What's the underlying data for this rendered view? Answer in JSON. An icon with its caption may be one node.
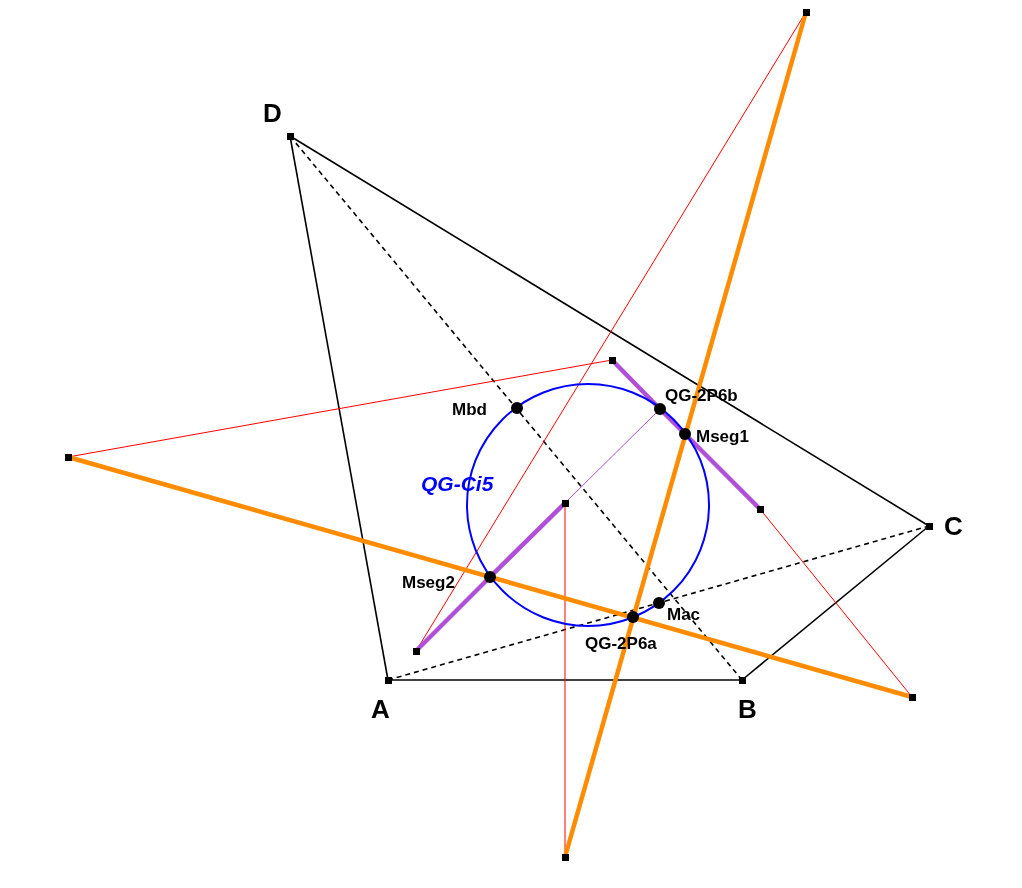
{
  "diagram": {
    "nodes": [
      {
        "text": [
          "D"
        ]
      },
      {
        "text": [
          "A"
        ]
      },
      {
        "text": [
          "B"
        ]
      },
      {
        "text": [
          "C"
        ]
      },
      {
        "text": [],
        "shape": "box"
      },
      {
        "text": [],
        "shape": "box"
      },
      {
        "text": [],
        "shape": "box"
      },
      {
        "text": [],
        "shape": "box"
      },
      {
        "text": [],
        "shape": "box"
      },
      {
        "text": [],
        "shape": "box"
      },
      {
        "text": [],
        "shape": "box"
      },
      {
        "text": [],
        "shape": "box"
      },
      {
        "text": [
          "Mbd"
        ]
      },
      {
        "text": [
          "QG-2P6b"
        ]
      },
      {
        "text": [
          "Mseg1"
        ]
      },
      {
        "text": [
          "Mseg2"
        ]
      },
      {
        "text": [
          "Mac"
        ]
      },
      {
        "text": [
          "QG-2P6a"
        ]
      }
    ],
    "labels": [
      "QG-Ci5"
    ],
    "edges": [
      {
        "from": 0,
        "to": 1,
        "arrow": "none"
      },
      {
        "from": 1,
        "to": 2,
        "arrow": "none"
      },
      {
        "from": 2,
        "to": 3,
        "arrow": "none"
      },
      {
        "from": 3,
        "to": 0,
        "arrow": "none"
      },
      {
        "from": 1,
        "to": 3,
        "arrow": "none",
        "style": "dashed"
      },
      {
        "from": 2,
        "to": 0,
        "arrow": "none",
        "style": "dashed"
      },
      {
        "from": 5,
        "to": 6,
        "arrow": "none",
        "color": "#ff0000"
      },
      {
        "from": 4,
        "to": 9,
        "arrow": "none",
        "color": "#ff0000"
      },
      {
        "from": 7,
        "to": 11,
        "arrow": "none",
        "color": "#ff0000"
      },
      {
        "from": 8,
        "to": 10,
        "arrow": "none",
        "color": "#ff0000"
      },
      {
        "from": 6,
        "to": 10,
        "arrow": "none",
        "style": "thick",
        "color": "#ff8c00"
      },
      {
        "from": 4,
        "to": 11,
        "arrow": "none",
        "style": "thick",
        "color": "#ff8c00"
      },
      {
        "from": 5,
        "to": 13,
        "arrow": "none",
        "style": "thick",
        "color": "#b04fd8"
      },
      {
        "from": 13,
        "to": 14,
        "arrow": "none",
        "style": "thick",
        "color": "#b04fd8"
      },
      {
        "from": 14,
        "to": 8,
        "arrow": "none",
        "style": "thick",
        "color": "#b04fd8"
      },
      {
        "from": 9,
        "to": 15,
        "arrow": "none",
        "style": "thick",
        "color": "#b04fd8"
      },
      {
        "from": 15,
        "to": 7,
        "arrow": "none",
        "style": "thick",
        "color": "#b04fd8"
      },
      {
        "from": 7,
        "to": 13,
        "arrow": "none",
        "color": "#b04fd8"
      }
    ]
  }
}
